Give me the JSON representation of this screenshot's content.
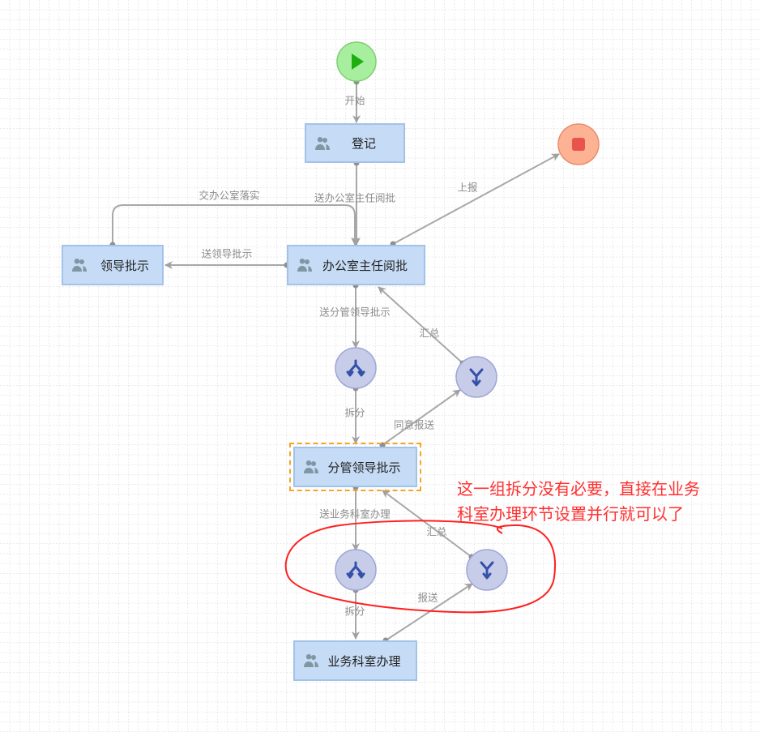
{
  "diagram": {
    "colors": {
      "task_fill": "#c6dcf6",
      "task_border": "#a2c2ea",
      "start_fill": "#a7ee9e",
      "end_fill": "#fdb294",
      "gateway_fill": "#c7cce9",
      "edge": "#a6a6a6",
      "annotation": "#ff2a2a",
      "selection": "#f5a623"
    },
    "nodes": {
      "start": {
        "type": "start-event",
        "icon": "play-icon"
      },
      "end": {
        "type": "end-event",
        "icon": "stop-icon"
      },
      "register": {
        "type": "task",
        "label": "登记",
        "icon": "users-icon"
      },
      "leader_instruct": {
        "type": "task",
        "label": "领导批示",
        "icon": "users-icon"
      },
      "office_director": {
        "type": "task",
        "label": "办公室主任阅批",
        "icon": "users-icon"
      },
      "split1": {
        "type": "parallel-split",
        "icon": "split-icon"
      },
      "join1": {
        "type": "parallel-join",
        "icon": "merge-icon"
      },
      "branch_leader": {
        "type": "task",
        "label": "分管领导批示",
        "icon": "users-icon",
        "selected": true
      },
      "split2": {
        "type": "parallel-split",
        "icon": "split-icon"
      },
      "join2": {
        "type": "parallel-join",
        "icon": "merge-icon"
      },
      "dept_handle": {
        "type": "task",
        "label": "业务科室办理",
        "icon": "users-icon"
      }
    },
    "edges": [
      {
        "id": "e_start",
        "from": "start",
        "to": "register",
        "label": "开始"
      },
      {
        "id": "e_send_director",
        "from": "register",
        "to": "office_director",
        "label": "送办公室主任阅批"
      },
      {
        "id": "e_report",
        "from": "office_director",
        "to": "end",
        "label": "上报"
      },
      {
        "id": "e_assign_office",
        "from": "leader_instruct",
        "to": "office_director",
        "label": "交办公室落实"
      },
      {
        "id": "e_send_leader",
        "from": "office_director",
        "to": "leader_instruct",
        "label": "送领导批示"
      },
      {
        "id": "e_send_branch",
        "from": "office_director",
        "to": "split1",
        "label": "送分管领导批示"
      },
      {
        "id": "e_summary1",
        "from": "join1",
        "to": "office_director",
        "label": "汇总"
      },
      {
        "id": "e_split1",
        "from": "split1",
        "to": "branch_leader",
        "label": "拆分"
      },
      {
        "id": "e_agree_report",
        "from": "branch_leader",
        "to": "join1",
        "label": "同意报送"
      },
      {
        "id": "e_send_dept",
        "from": "branch_leader",
        "to": "split2",
        "label": "送业务科室办理"
      },
      {
        "id": "e_summary2",
        "from": "join2",
        "to": "branch_leader",
        "label": "汇总"
      },
      {
        "id": "e_split2",
        "from": "split2",
        "to": "dept_handle",
        "label": "拆分"
      },
      {
        "id": "e_report2",
        "from": "dept_handle",
        "to": "join2",
        "label": "报送"
      }
    ]
  },
  "annotation": {
    "lines": [
      "这一组拆分没有必要，直接在业务",
      "科室办理环节设置并行就可以了"
    ]
  }
}
